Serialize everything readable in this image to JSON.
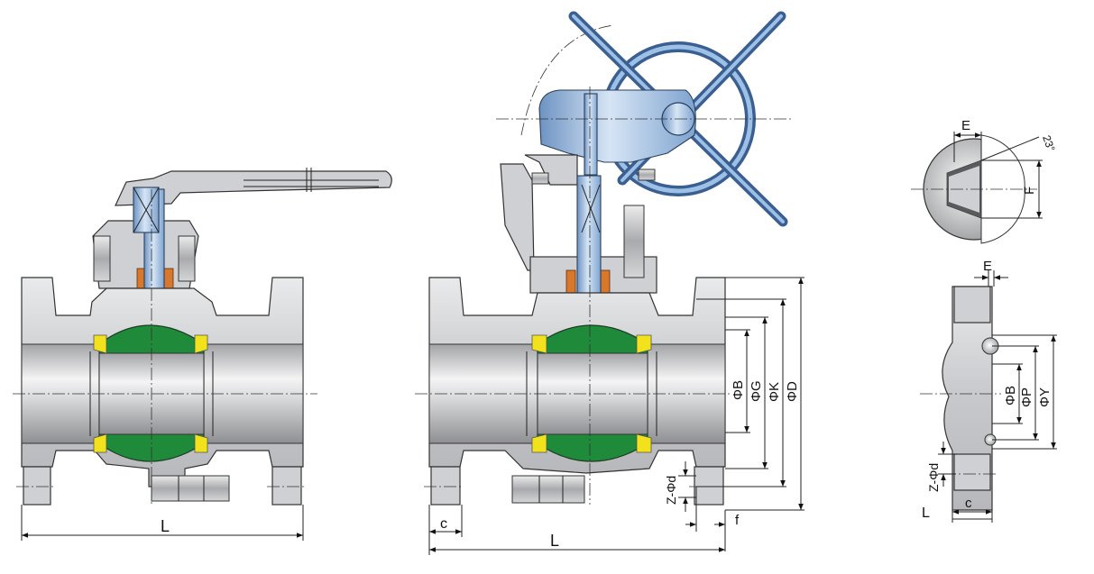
{
  "labels": {
    "left_view": {
      "L": "L"
    },
    "middle_view": {
      "phi_B": "ΦB",
      "phi_G": "ΦG",
      "phi_K": "ΦK",
      "phi_D": "ΦD",
      "z_phi_d": "Z-Φd",
      "f": "f",
      "c": "c",
      "L": "L"
    },
    "detail_view": {
      "E": "E",
      "F": "F",
      "angle": "23°"
    },
    "flange_view": {
      "E": "E",
      "phi_B": "ΦB",
      "phi_P": "ΦP",
      "phi_Y": "ΦY",
      "z_phi_d": "Z-Φd",
      "c": "c",
      "L": "L"
    }
  },
  "colors": {
    "stem_blue": "#8fb4dc",
    "ball_green": "#1f8a3a",
    "seat_yellow": "#f1e21b",
    "packing_orange": "#d9772a",
    "body_grey": "#cfd0d3"
  }
}
